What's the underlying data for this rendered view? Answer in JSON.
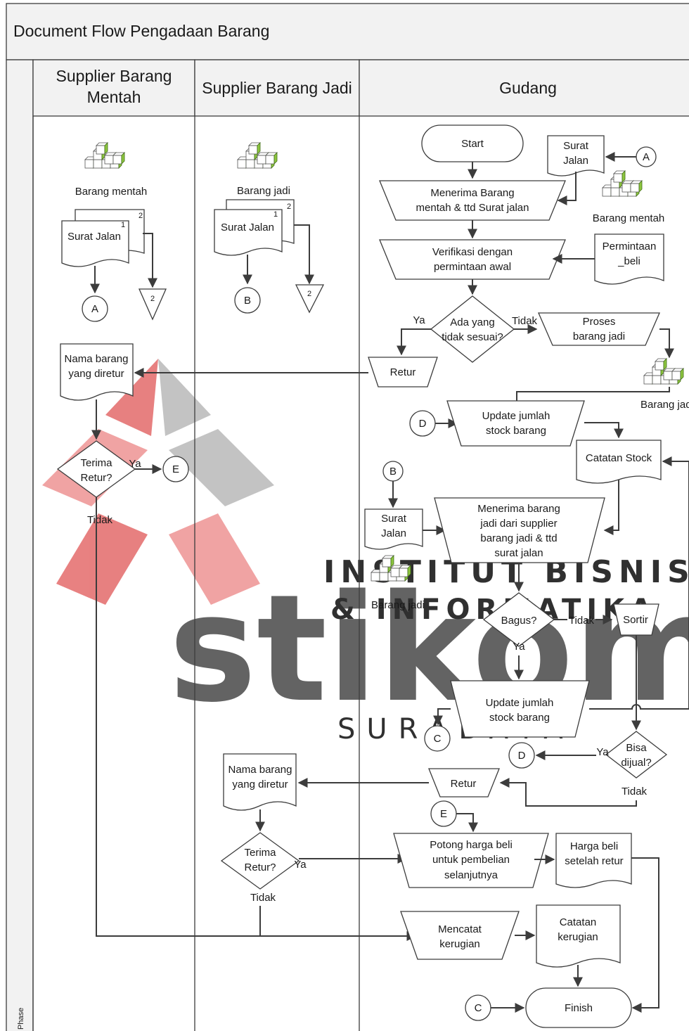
{
  "title": "Document Flow Pengadaan Barang",
  "phase_label": "Phase",
  "lanes": {
    "supplier_mentah": "Supplier Barang Mentah",
    "supplier_jadi": "Supplier Barang Jadi",
    "gudang": "Gudang"
  },
  "watermark": {
    "logo": "stikom",
    "subtitle_1": "INSTITUT BISNIS",
    "subtitle_2": "& INFORMATIKA",
    "subtitle_3": "SURABAYA",
    "colors": {
      "red": "#d32f2f",
      "gray": "#c0c0c0"
    }
  },
  "labels": {
    "barang_mentah": "Barang mentah",
    "barang_jadi": "Barang jadi",
    "barang_jadi_cut": "Barang jad",
    "surat_jalan": "Surat Jalan",
    "surat_jalan_1": "Surat",
    "surat_jalan_2": "Jalan",
    "copy_1": "1",
    "copy_2": "2",
    "conn_a": "A",
    "conn_b": "B",
    "conn_c": "C",
    "conn_d": "D",
    "conn_e": "E",
    "nama_barang_1": "Nama barang",
    "nama_barang_2": "yang diretur",
    "terima_retur_1": "Terima",
    "terima_retur_2": "Retur?",
    "ya": "Ya",
    "tidak": "Tidak",
    "start": "Start",
    "finish": "Finish",
    "menerima_mentah_1": "Menerima Barang",
    "menerima_mentah_2": "mentah & ttd Surat jalan",
    "verifikasi_1": "Verifikasi dengan",
    "verifikasi_2": "permintaan awal",
    "permintaan_1": "Permintaan",
    "permintaan_2": "_beli",
    "ada_1": "Ada yang",
    "ada_2": "tidak sesuai?",
    "proses_1": "Proses",
    "proses_2": "barang jadi",
    "retur": "Retur",
    "update_1": "Update jumlah",
    "update_2": "stock barang",
    "catatan_stock": "Catatan Stock",
    "menerima_jadi_1": "Menerima barang",
    "menerima_jadi_2": "jadi dari supplier",
    "menerima_jadi_3": "barang jadi & ttd",
    "menerima_jadi_4": "surat jalan",
    "bagus": "Bagus?",
    "sortir": "Sortir",
    "bisa_1": "Bisa",
    "bisa_2": "dijual?",
    "potong_1": "Potong harga beli",
    "potong_2": "untuk pembelian",
    "potong_3": "selanjutnya",
    "harga_1": "Harga beli",
    "harga_2": "setelah retur",
    "mencatat_1": "Mencatat",
    "mencatat_2": "kerugian",
    "catatan_rugi_1": "Catatan",
    "catatan_rugi_2": "kerugian"
  }
}
